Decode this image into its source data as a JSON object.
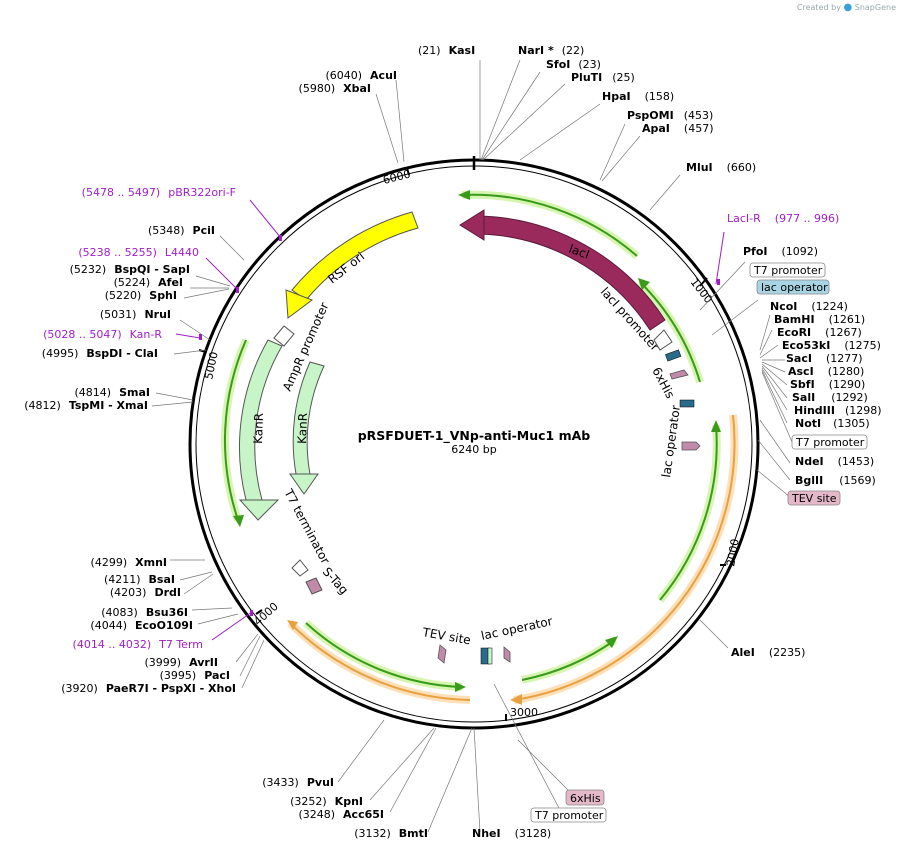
{
  "brand": {
    "created_by": "Created by",
    "name": "SnapGene"
  },
  "map": {
    "name": "pRSFDUET-1_VNp-anti-Muc1 mAb",
    "length": "6240 bp"
  },
  "ticks": [
    "1000",
    "2000",
    "3000",
    "4000",
    "5000",
    "6000"
  ],
  "sites_right": [
    {
      "pos": "(21)",
      "name": "KasI"
    },
    {
      "name": "NarI *",
      "pos": "(22)"
    },
    {
      "name": "SfoI",
      "pos": "(23)"
    },
    {
      "name": "PluTI",
      "pos": "(25)"
    },
    {
      "name": "HpaI",
      "pos": "(158)"
    },
    {
      "name": "PspOMI",
      "pos": "(453)"
    },
    {
      "name": "ApaI",
      "pos": "(457)"
    },
    {
      "name": "MluI",
      "pos": "(660)"
    },
    {
      "name": "PfoI",
      "pos": "(1092)"
    },
    {
      "name": "NcoI",
      "pos": "(1224)"
    },
    {
      "name": "BamHI",
      "pos": "(1261)"
    },
    {
      "name": "EcoRI",
      "pos": "(1267)"
    },
    {
      "name": "Eco53kI",
      "pos": "(1275)"
    },
    {
      "name": "SacI",
      "pos": "(1277)"
    },
    {
      "name": "AscI",
      "pos": "(1280)"
    },
    {
      "name": "SbfI",
      "pos": "(1290)"
    },
    {
      "name": "SalI",
      "pos": "(1292)"
    },
    {
      "name": "HindIII",
      "pos": "(1298)"
    },
    {
      "name": "NotI",
      "pos": "(1305)"
    },
    {
      "name": "NdeI",
      "pos": "(1453)"
    },
    {
      "name": "BglII",
      "pos": "(1569)"
    },
    {
      "name": "AleI",
      "pos": "(2235)"
    }
  ],
  "sites_left": [
    {
      "pos": "(6040)",
      "name": "AcuI"
    },
    {
      "pos": "(5980)",
      "name": "XbaI"
    },
    {
      "pos": "(5348)",
      "name": "PciI"
    },
    {
      "pos": "(5232)",
      "name": "BspQI  - SapI"
    },
    {
      "pos": "(5224)",
      "name": "AfeI"
    },
    {
      "pos": "(5220)",
      "name": "SphI"
    },
    {
      "pos": "(5031)",
      "name": "NruI"
    },
    {
      "pos": "(4995)",
      "name": "BspDI  - ClaI"
    },
    {
      "pos": "(4814)",
      "name": "SmaI"
    },
    {
      "pos": "(4812)",
      "name": "TspMI  - XmaI"
    },
    {
      "pos": "(4299)",
      "name": "XmnI"
    },
    {
      "pos": "(4211)",
      "name": "BsaI"
    },
    {
      "pos": "(4203)",
      "name": "DrdI"
    },
    {
      "pos": "(4083)",
      "name": "Bsu36I"
    },
    {
      "pos": "(4044)",
      "name": "EcoO109I"
    },
    {
      "pos": "(3999)",
      "name": "AvrII"
    },
    {
      "pos": "(3995)",
      "name": "PacI"
    },
    {
      "pos": "(3920)",
      "name": "PaeR7I  - PspXI  - XhoI"
    }
  ],
  "sites_bottom": [
    {
      "pos": "(3433)",
      "name": "PvuI"
    },
    {
      "pos": "(3252)",
      "name": "KpnI"
    },
    {
      "pos": "(3248)",
      "name": "Acc65I"
    },
    {
      "pos": "(3132)",
      "name": "BmtI"
    },
    {
      "name": "NheI",
      "pos": "(3128)"
    }
  ],
  "primers": [
    {
      "range": "(977 .. 996)",
      "name": "LacI-R"
    },
    {
      "range": "(5478 .. 5497)",
      "name": "pBR322ori-F"
    },
    {
      "range": "(5238 .. 5255)",
      "name": "L4440"
    },
    {
      "range": "(5028 .. 5047)",
      "name": "Kan-R"
    },
    {
      "range": "(4014 .. 4032)",
      "name": "T7 Term"
    }
  ],
  "boxed_labels": {
    "t7_promoter_1": "T7 promoter",
    "lac_operator_1": "lac operator",
    "t7_promoter_2": "T7 promoter",
    "tev_site_1": "TEV site",
    "sixhis_2": "6xHis",
    "t7_promoter_3": "T7 promoter"
  },
  "features": {
    "laci": "lacI",
    "laci_promoter": "lacI promoter",
    "sixhis": "6xHis",
    "lac_operator": "lac operator",
    "rsf_ori": "RSF ori",
    "ampr_promoter": "AmpR promoter",
    "kanr1": "KanR",
    "kanr2": "KanR",
    "t7_terminator": "T7 terminator",
    "stag": "S-Tag",
    "tev_site": "TEV site",
    "lac_operator_b": "lac operator"
  },
  "colors": {
    "laci": "#9a2a5c",
    "rsf_ori": "#ffff00",
    "kanr": "#c8f5c8",
    "green_arrow": "#3a9a1a",
    "orange_arrow": "#e8a040",
    "tag": "#c08aa8",
    "lac_op": "#2a6a8a",
    "primer": "#a020c8"
  }
}
